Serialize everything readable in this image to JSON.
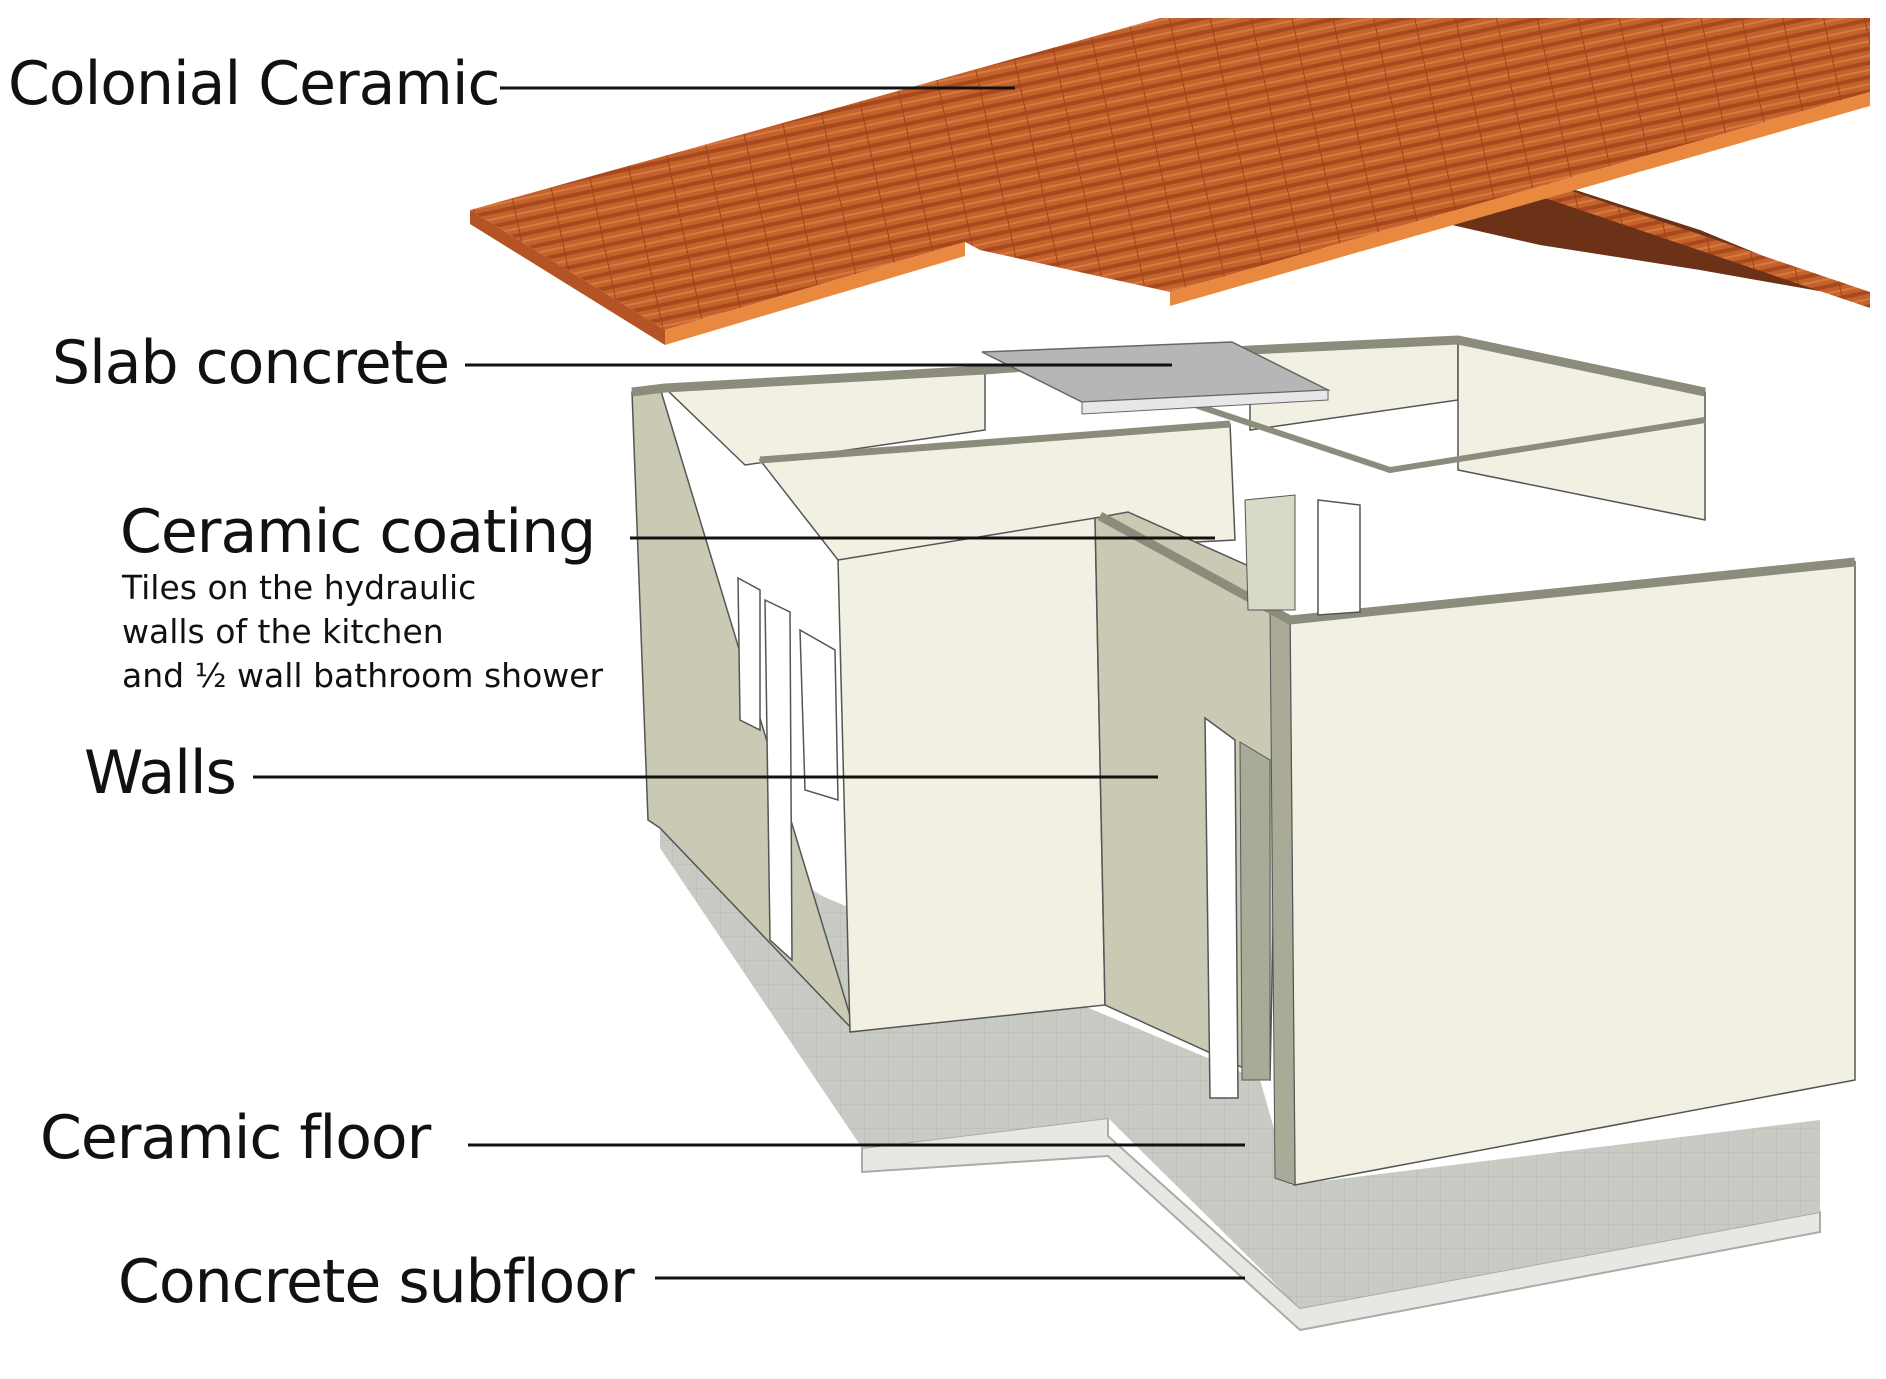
{
  "labels": {
    "roof": "Colonial Ceramic",
    "slab": "Slab concrete",
    "coating": "Ceramic coating",
    "coating_note": [
      "Tiles on the hydraulic",
      "walls of the kitchen",
      "and ½ wall bathroom shower"
    ],
    "walls": "Walls",
    "floor": "Ceramic floor",
    "subfloor": "Concrete subfloor"
  },
  "colors": {
    "roof_tile": "#c4622d",
    "roof_edge": "#e8893f",
    "wall_face": "#f2f0e2",
    "wall_shadow": "#c9c9b4",
    "wall_top": "#a9aa98",
    "slab": "#b4b6b8",
    "floor": "#c9ccc6",
    "subfloor_edge": "#e6e8e3",
    "leader_line": "#111111"
  }
}
